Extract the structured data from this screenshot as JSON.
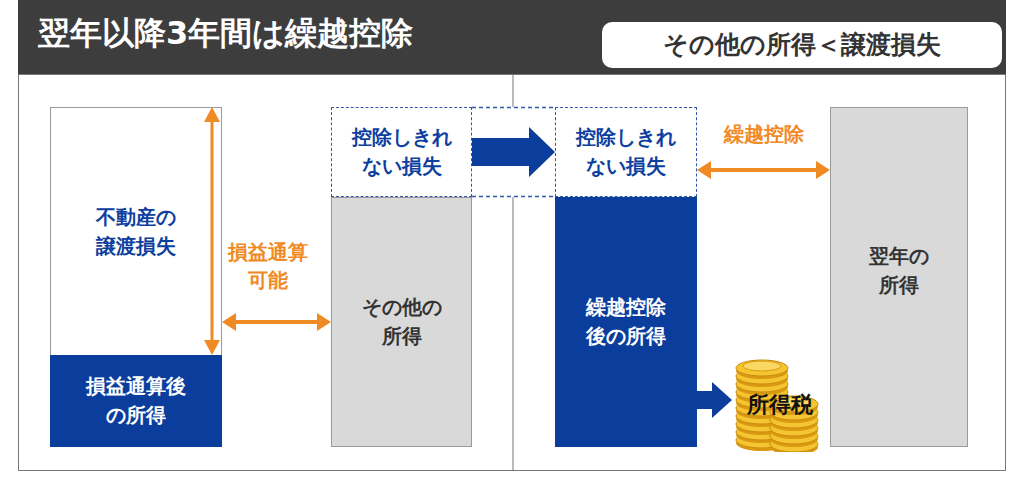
{
  "diagram": {
    "title": "翌年以降3年間は繰越控除",
    "nodes": [
      {
        "text": [
          "その他の所得＜譲渡損失"
        ]
      },
      {
        "text": [
          "不動産の譲渡損失"
        ]
      },
      {
        "text": [
          "損益通算後の所得"
        ],
        "in": 1
      },
      {
        "text": [
          "控除しきれない損失"
        ]
      },
      {
        "text": [
          "その他の所得"
        ]
      },
      {
        "text": [
          "控除しきれない損失"
        ]
      },
      {
        "text": [
          "繰越控除後の所得"
        ]
      },
      {
        "text": [
          "翌年の所得"
        ]
      },
      {
        "text": [
          "所得税"
        ]
      }
    ],
    "edges": [
      {
        "from": 1,
        "to": 4,
        "arrow": "both",
        "label": "損益通算可能"
      },
      {
        "from": 3,
        "to": 5,
        "arrow": "to"
      },
      {
        "from": 5,
        "to": 7,
        "arrow": "both",
        "label": "繰越控除"
      },
      {
        "from": 6,
        "to": 8,
        "arrow": "to"
      }
    ]
  }
}
